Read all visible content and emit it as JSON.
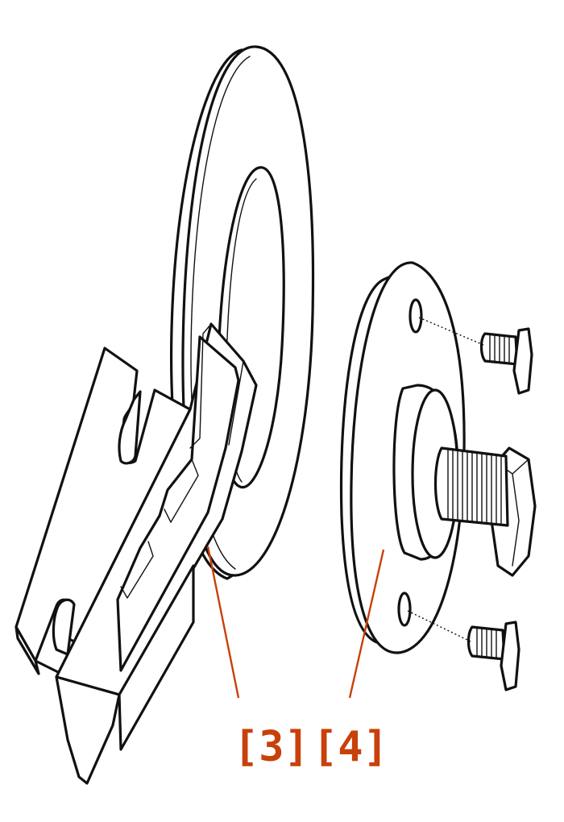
{
  "callouts": [
    {
      "id": "3",
      "text": "[3]"
    },
    {
      "id": "4",
      "text": "[4]"
    }
  ],
  "colors": {
    "ink": "#111111",
    "callout": "#c8400a",
    "background": "#ffffff"
  }
}
